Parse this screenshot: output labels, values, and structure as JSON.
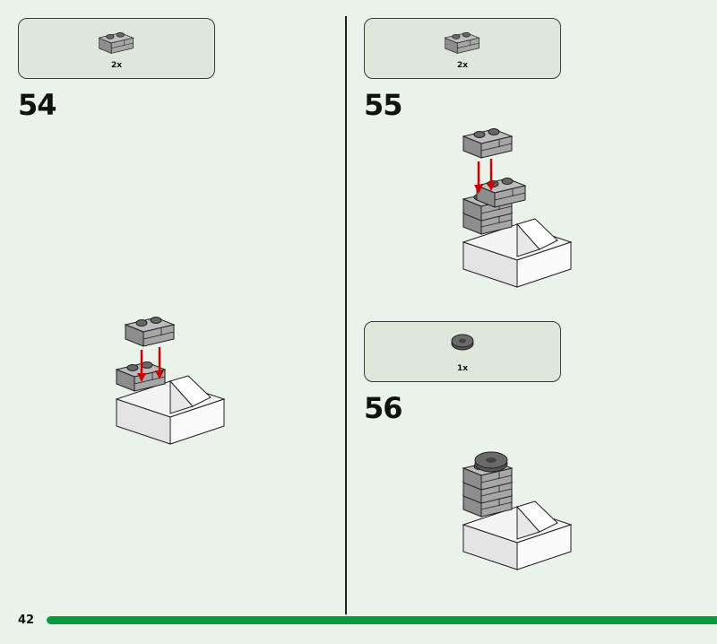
{
  "steps": [
    {
      "number": "54",
      "parts": [
        {
          "quantity": "2x",
          "icon": "grey-1x2-masonry-brick-icon"
        }
      ]
    },
    {
      "number": "55",
      "parts": [
        {
          "quantity": "2x",
          "icon": "grey-1x2-masonry-brick-icon"
        }
      ]
    },
    {
      "number": "56",
      "parts": [
        {
          "quantity": "1x",
          "icon": "dark-grey-round-tile-icon"
        }
      ]
    }
  ],
  "page": {
    "number": "42",
    "progress_percent": 95
  },
  "colors": {
    "background": "#eaf3ea",
    "callout": "#dbe8db",
    "progress": "#0b9b3c",
    "arrow": "#cc0000"
  }
}
